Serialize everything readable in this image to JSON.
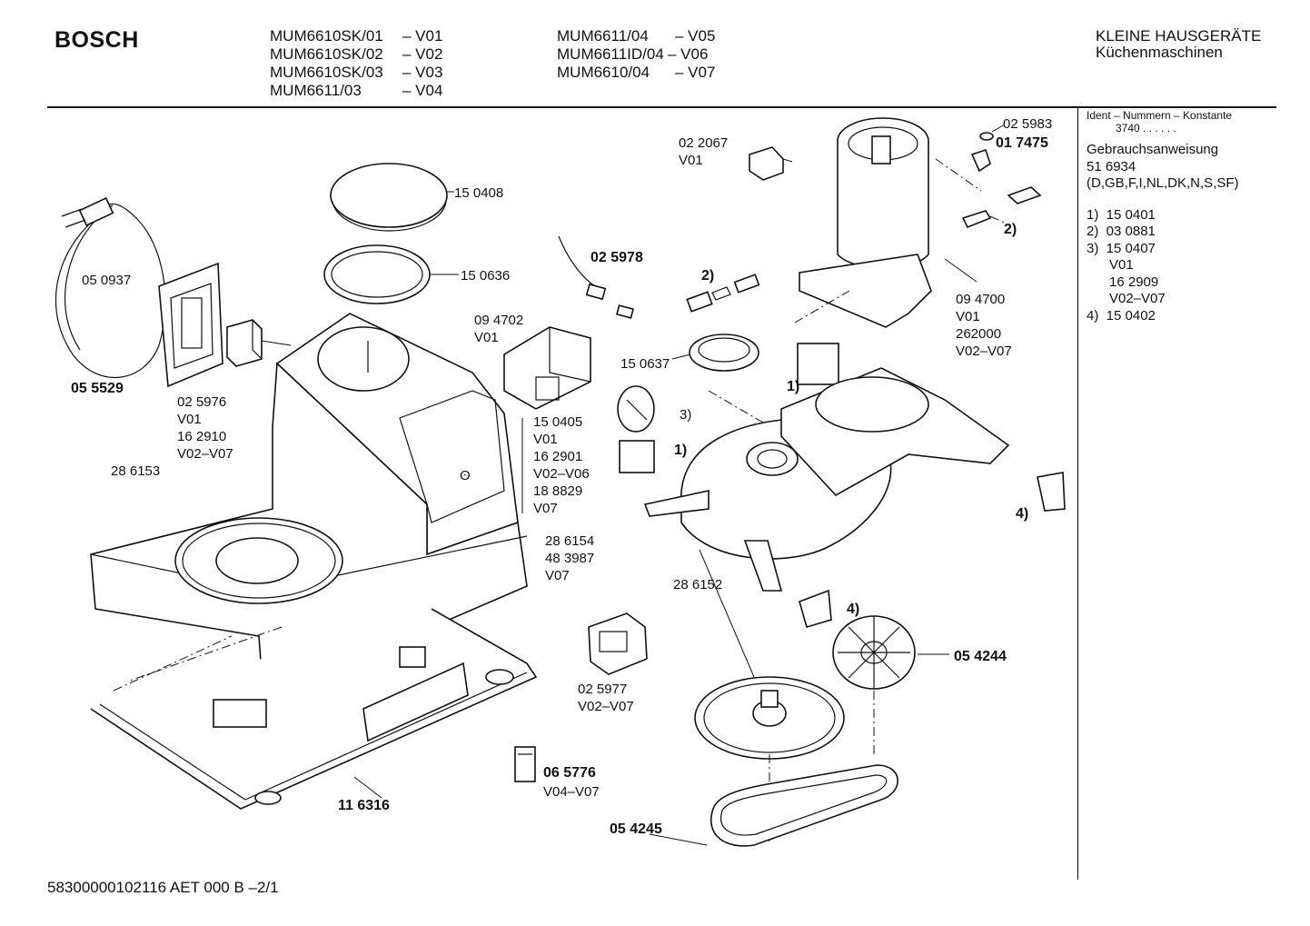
{
  "header": {
    "brand": "BOSCH",
    "models_left": [
      {
        "model": "MUM6610SK/01",
        "variant": "– V01"
      },
      {
        "model": "MUM6610SK/02",
        "variant": "– V02"
      },
      {
        "model": "MUM6610SK/03",
        "variant": "– V03"
      },
      {
        "model": "MUM6611/03",
        "variant": "– V04"
      }
    ],
    "models_right": [
      {
        "model": "MUM6611/04",
        "variant": "– V05"
      },
      {
        "model": "MUM6611ID/04",
        "variant": "– V06"
      },
      {
        "model": "MUM6610/04",
        "variant": "– V07"
      }
    ],
    "category": "KLEINE HAUSGERÄTE",
    "subcategory": "Küchenmaschinen"
  },
  "sidebar": {
    "ident_label": "Ident – Nummern – Konstante",
    "ident_value": "3740 . . . . . .",
    "manual_label": "Gebrauchsanweisung",
    "manual_number": "51 6934",
    "languages": "(D,GB,F,I,NL,DK,N,S,SF)",
    "notes": [
      "1)  15 0401",
      "2)  03 0881",
      "3)  15 0407",
      "      V01",
      "      16 2909",
      "      V02–V07",
      "4)  15 0402"
    ]
  },
  "labels": {
    "l_150408": "15 0408",
    "l_150636": "15 0636",
    "l_050937": "05 0937",
    "l_055529": "05 5529",
    "l_025976": "02 5976",
    "l_025976_v1": "V01",
    "l_025976_v2": "16 2910",
    "l_025976_v3": "V02–V07",
    "l_286153": "28 6153",
    "l_022067": "02 2067",
    "l_022067_v": "V01",
    "l_025983": "02 5983",
    "l_017475": "01 7475",
    "l_2a": "2)",
    "l_2b": "2)",
    "l_025978": "02 5978",
    "l_094702": "09 4702",
    "l_094702_v": "V01",
    "l_094700": "09 4700",
    "l_094700_v1": "V01",
    "l_094700_v2": "262000",
    "l_094700_v3": "V02–V07",
    "l_150637": "15 0637",
    "l_1a": "1)",
    "l_1b": "1)",
    "l_3": "3)",
    "l_150405": "15 0405",
    "l_150405_v1": "V01",
    "l_150405_v2": "16 2901",
    "l_150405_v3": "V02–V06",
    "l_150405_v4": "18 8829",
    "l_150405_v5": "V07",
    "l_286154": "28 6154",
    "l_286154_v1": "48 3987",
    "l_286154_v2": "V07",
    "l_4a": "4)",
    "l_4b": "4)",
    "l_286152": "28 6152",
    "l_054244": "05 4244",
    "l_025977": "02 5977",
    "l_025977_v": "V02–V07",
    "l_065776": "06 5776",
    "l_065776_v": "V04–V07",
    "l_116316": "11 6316",
    "l_054245": "05 4245"
  },
  "footer": {
    "code": "58300000102116 AET 000 B –2/1"
  }
}
